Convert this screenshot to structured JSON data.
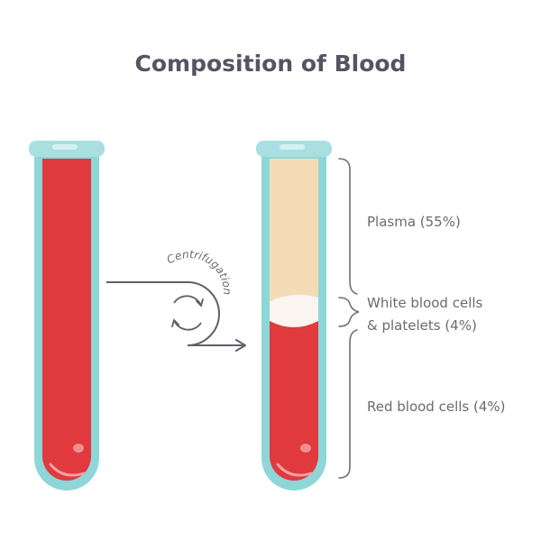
{
  "title": "Composition of Blood",
  "process_label": "Centrifugation",
  "labels": {
    "plasma": "Plasma (55%)",
    "white_line1": "White blood cells",
    "white_line2": "& platelets (4%)",
    "red": "Red blood cells (4%)"
  },
  "colors": {
    "title": "#545463",
    "text": "#6a6a72",
    "tube_glass": "#8ed6d8",
    "tube_cap": "#a9dfe1",
    "blood": "#e0393e",
    "plasma": "#f4ddb6",
    "buffy_coat": "#fbf4ef",
    "bracket": "#707078",
    "arrow": "#5f6068"
  }
}
